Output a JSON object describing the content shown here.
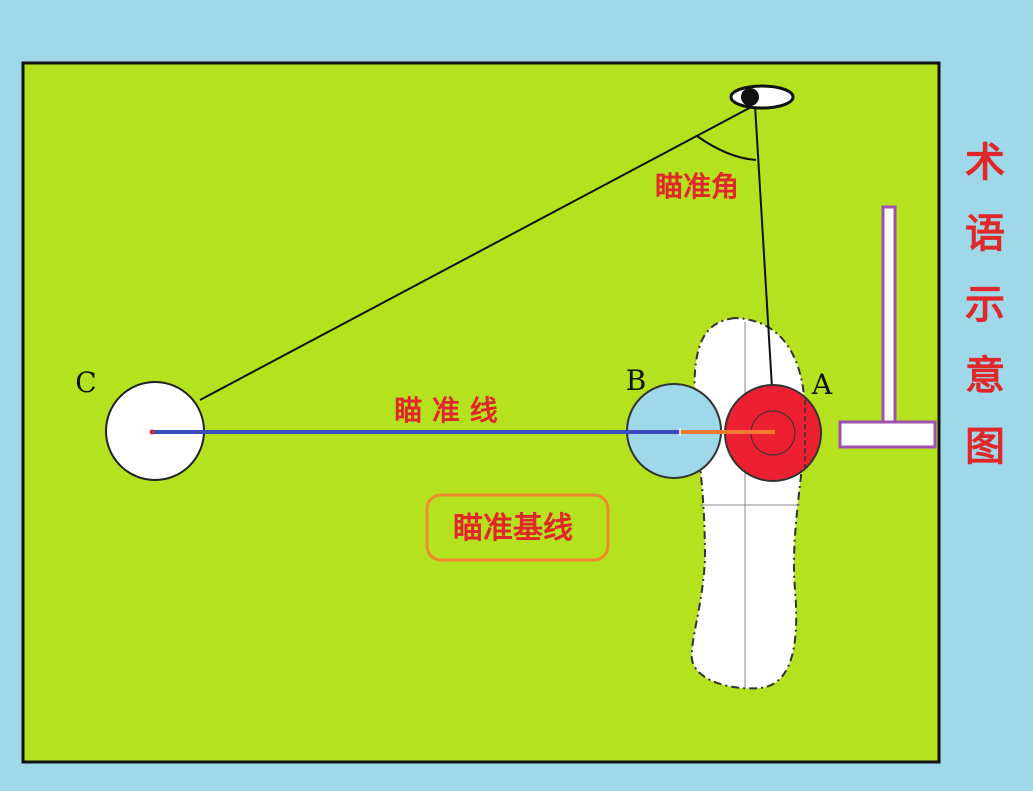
{
  "side_title": [
    "术",
    "语",
    "示",
    "意",
    "图"
  ],
  "labels": {
    "aim_angle": "瞄准角",
    "aim_line": "瞄 准 线",
    "aim_baseline": "瞄准基线",
    "ball_a": "A",
    "ball_b": "B",
    "ball_c": "C"
  },
  "colors": {
    "background": "#9fd8e8",
    "field": "#b5e21f",
    "label_red": "#e0282a",
    "ball_a": "#ec2030",
    "ball_b": "#9fd8e8",
    "ball_c": "#ffffff",
    "aim_line": "#3a4bbf",
    "segment": "#f07a30",
    "baseline_border": "#f08a2a",
    "mallet": "#a050b0"
  }
}
